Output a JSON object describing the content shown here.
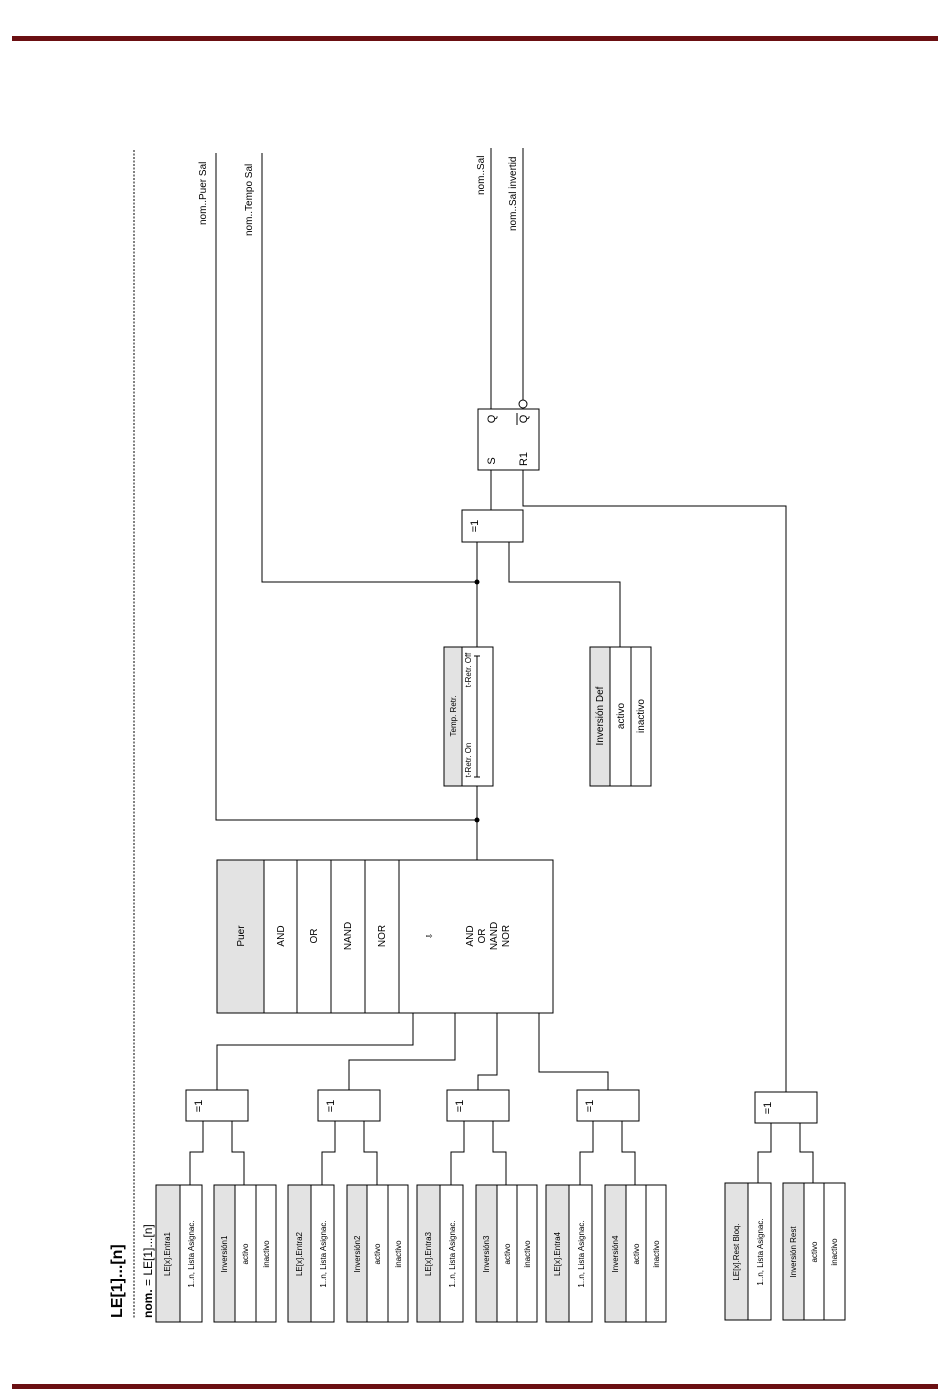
{
  "colors": {
    "bar": "#6b0f12",
    "header_fill": "#e3e3e3",
    "line": "#000000"
  },
  "title": "LE[1]...[n]",
  "subtitle_prefix": "nom.",
  "subtitle_suffix": " = LE[1]...[n]",
  "outputs": {
    "puer_sal": "nom..Puer Sal",
    "tempo_sal": "nom..Tempo Sal",
    "sal": "nom..Sal",
    "sal_invertid": "nom..Sal invertid"
  },
  "xor_label": "=1",
  "inputs": [
    {
      "name": "LE[x].Entra1",
      "list": "1..n, Lista Asignac.",
      "inversion": "Inversión1",
      "opt1": "activo",
      "opt2": "inactivo"
    },
    {
      "name": "LE[x].Entra2",
      "list": "1..n, Lista Asignac.",
      "inversion": "Inversión2",
      "opt1": "activo",
      "opt2": "inactivo"
    },
    {
      "name": "LE[x].Entra3",
      "list": "1..n, Lista Asignac.",
      "inversion": "Inversión3",
      "opt1": "activo",
      "opt2": "inactivo"
    },
    {
      "name": "LE[x].Entra4",
      "list": "1..n, Lista Asignac.",
      "inversion": "Inversión4",
      "opt1": "activo",
      "opt2": "inactivo"
    }
  ],
  "reset": {
    "name": "LE[x].Rest Bloq.",
    "list": "1..n, Lista Asignac.",
    "inversion": "Inversión Rest",
    "opt1": "activo",
    "opt2": "inactivo"
  },
  "gate": {
    "header": "Puer",
    "options": [
      "AND",
      "OR",
      "NAND",
      "NOR"
    ],
    "arrow": "⇩",
    "outputs": [
      "AND",
      "OR",
      "NAND",
      "NOR"
    ]
  },
  "timer": {
    "title": "Temp. Retr.",
    "on": "t-Retr. On",
    "off": "t-Retr. Off"
  },
  "inversion_def": {
    "header": "Inversión Def",
    "opt1": "activo",
    "opt2": "inactivo"
  },
  "flipflop": {
    "s": "S",
    "r1": "R1",
    "q": "Q",
    "qbar": "Q"
  }
}
